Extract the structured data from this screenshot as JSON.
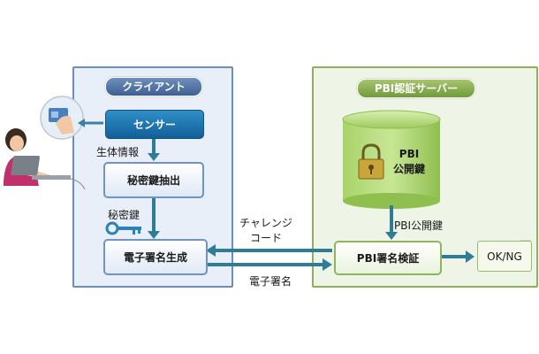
{
  "client": {
    "title": "クライアント",
    "sensor": "センサー",
    "extract": "秘密鍵抽出",
    "sign": "電子署名生成"
  },
  "server": {
    "title": "PBI認証サーバー",
    "db_line1": "PBI",
    "db_line2": "公開鍵",
    "verify": "PBI署名検証",
    "result": "OK/NG"
  },
  "flow": {
    "biometric": "生体情報",
    "private_key": "秘密鍵",
    "challenge_line1": "チャレンジ",
    "challenge_line2": "コード",
    "signature": "電子署名",
    "public_key": "PBI公開鍵"
  },
  "colors": {
    "client_border": "#6c8fb9",
    "server_border": "#8cb05e",
    "arrow": "#2f7c97",
    "sensor": "#1f78b4"
  },
  "icons": [
    "user-at-laptop-illustration",
    "fingerprint-sensor-icon",
    "key-icon",
    "padlock-icon",
    "database-cylinder",
    "document-icon"
  ]
}
